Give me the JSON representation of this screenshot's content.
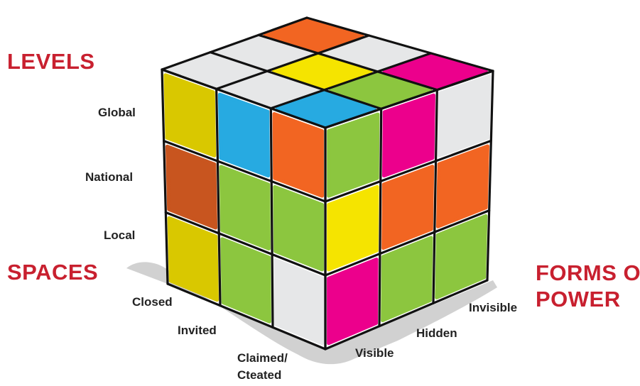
{
  "headings": {
    "levels": "LEVELS",
    "spaces": "SPACES",
    "forms_line1": "FORMS OF",
    "forms_line2": "POWER"
  },
  "levels": {
    "global": "Global",
    "national": "National",
    "local": "Local"
  },
  "spaces": {
    "closed": "Closed",
    "invited": "Invited",
    "claimed_line1": "Claimed/",
    "claimed_line2": "Cteated"
  },
  "forms_of_power": {
    "visible": "Visible",
    "hidden": "Hidden",
    "invisible": "Invisible"
  },
  "colors": {
    "heading": "#c8202f",
    "label": "#222222",
    "outline": "#111111",
    "shadow": "#c9c9c9",
    "white_tile": "#e6e7e8",
    "yellow": "#f5e400",
    "green": "#8cc63f",
    "orange": "#f26522",
    "magenta": "#ec008c",
    "blue": "#27aae1",
    "dark_orange": "#c8551f",
    "mustard": "#d9c800"
  },
  "faces": {
    "top": [
      [
        "orange",
        "white_tile",
        "magenta"
      ],
      [
        "white_tile",
        "yellow",
        "green"
      ],
      [
        "white_tile",
        "white_tile",
        "blue"
      ]
    ],
    "left": [
      [
        "mustard",
        "blue",
        "orange"
      ],
      [
        "dark_orange",
        "green",
        "green"
      ],
      [
        "mustard",
        "green",
        "white_tile"
      ]
    ],
    "right": [
      [
        "green",
        "magenta",
        "white_tile"
      ],
      [
        "yellow",
        "orange",
        "orange"
      ],
      [
        "magenta",
        "green",
        "green"
      ]
    ]
  }
}
